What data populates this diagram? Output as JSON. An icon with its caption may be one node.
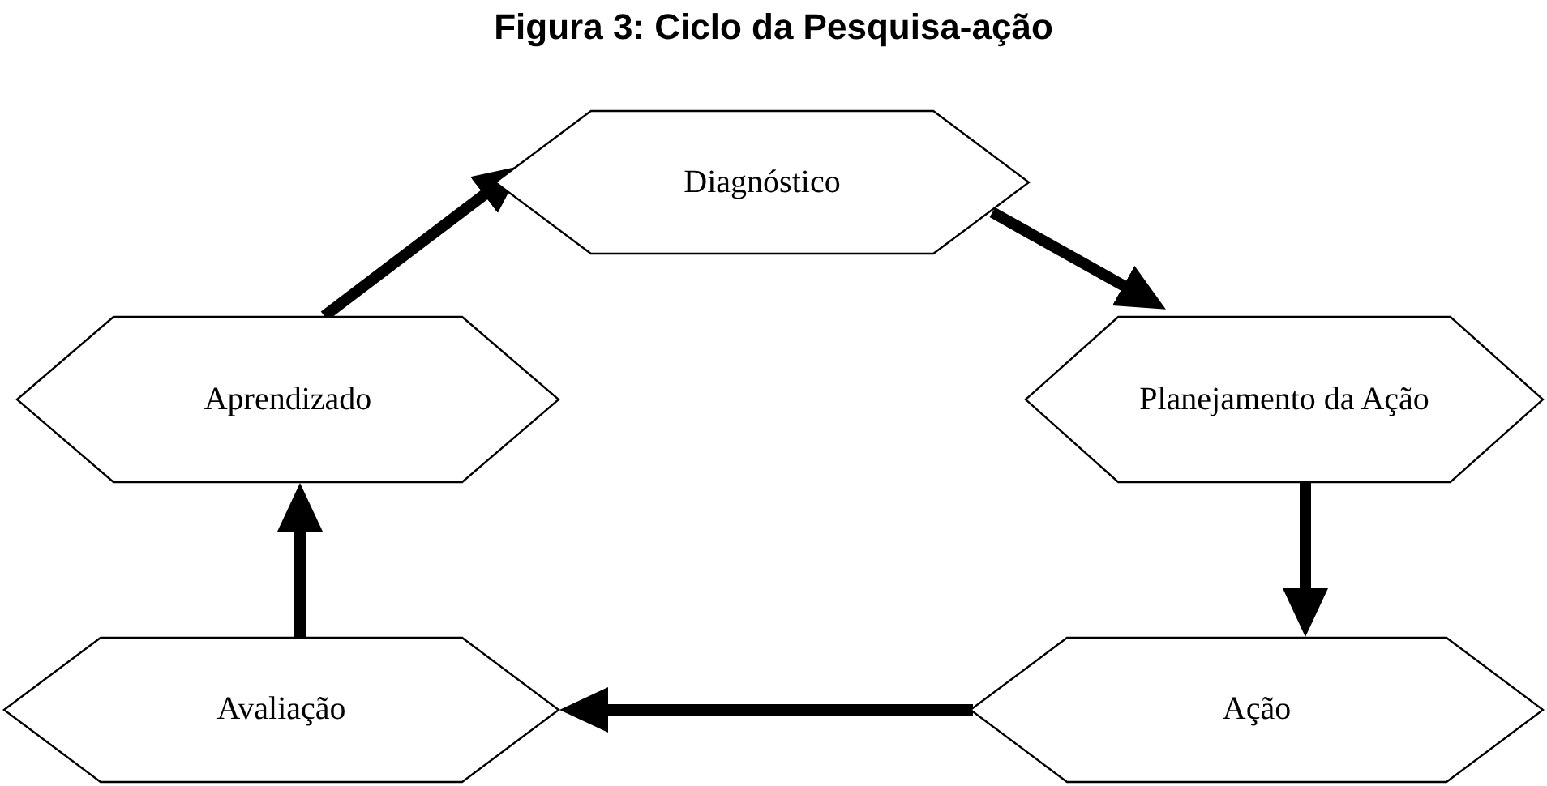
{
  "diagram": {
    "title": "Figura 3: Ciclo da Pesquisa-ação",
    "nodes": [
      {
        "text": [
          "Diagnóstico"
        ]
      },
      {
        "text": [
          "Planejamento da Ação"
        ]
      },
      {
        "text": [
          "Aprendizado"
        ]
      },
      {
        "text": [
          "Avaliação"
        ]
      },
      {
        "text": [
          "Ação"
        ]
      }
    ],
    "edges": [
      {
        "from": 2,
        "to": 0,
        "arrow": "to"
      },
      {
        "from": 0,
        "to": 1,
        "arrow": "to"
      },
      {
        "from": 1,
        "to": 4,
        "arrow": "to"
      },
      {
        "from": 4,
        "to": 3,
        "arrow": "to"
      },
      {
        "from": 3,
        "to": 2,
        "arrow": "to"
      }
    ]
  }
}
